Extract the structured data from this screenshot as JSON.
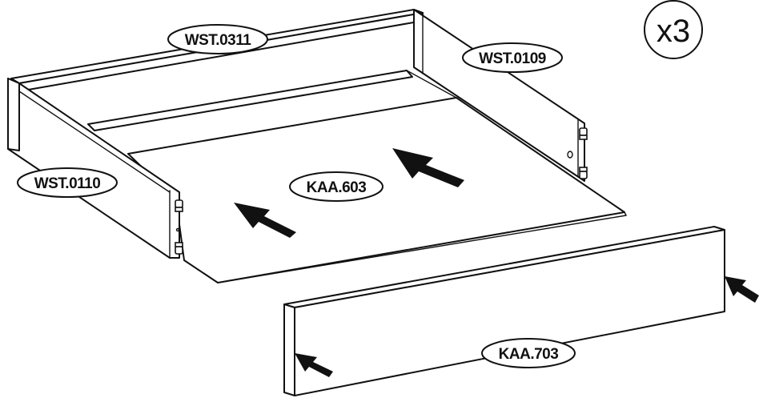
{
  "quantity": "x3",
  "parts": {
    "back_panel": "WST.0311",
    "right_side": "WST.0109",
    "left_side": "WST.0110",
    "bottom_panel": "KAA.603",
    "front_panel": "KAA.703"
  },
  "icons": [
    "push-arrow-icon"
  ]
}
